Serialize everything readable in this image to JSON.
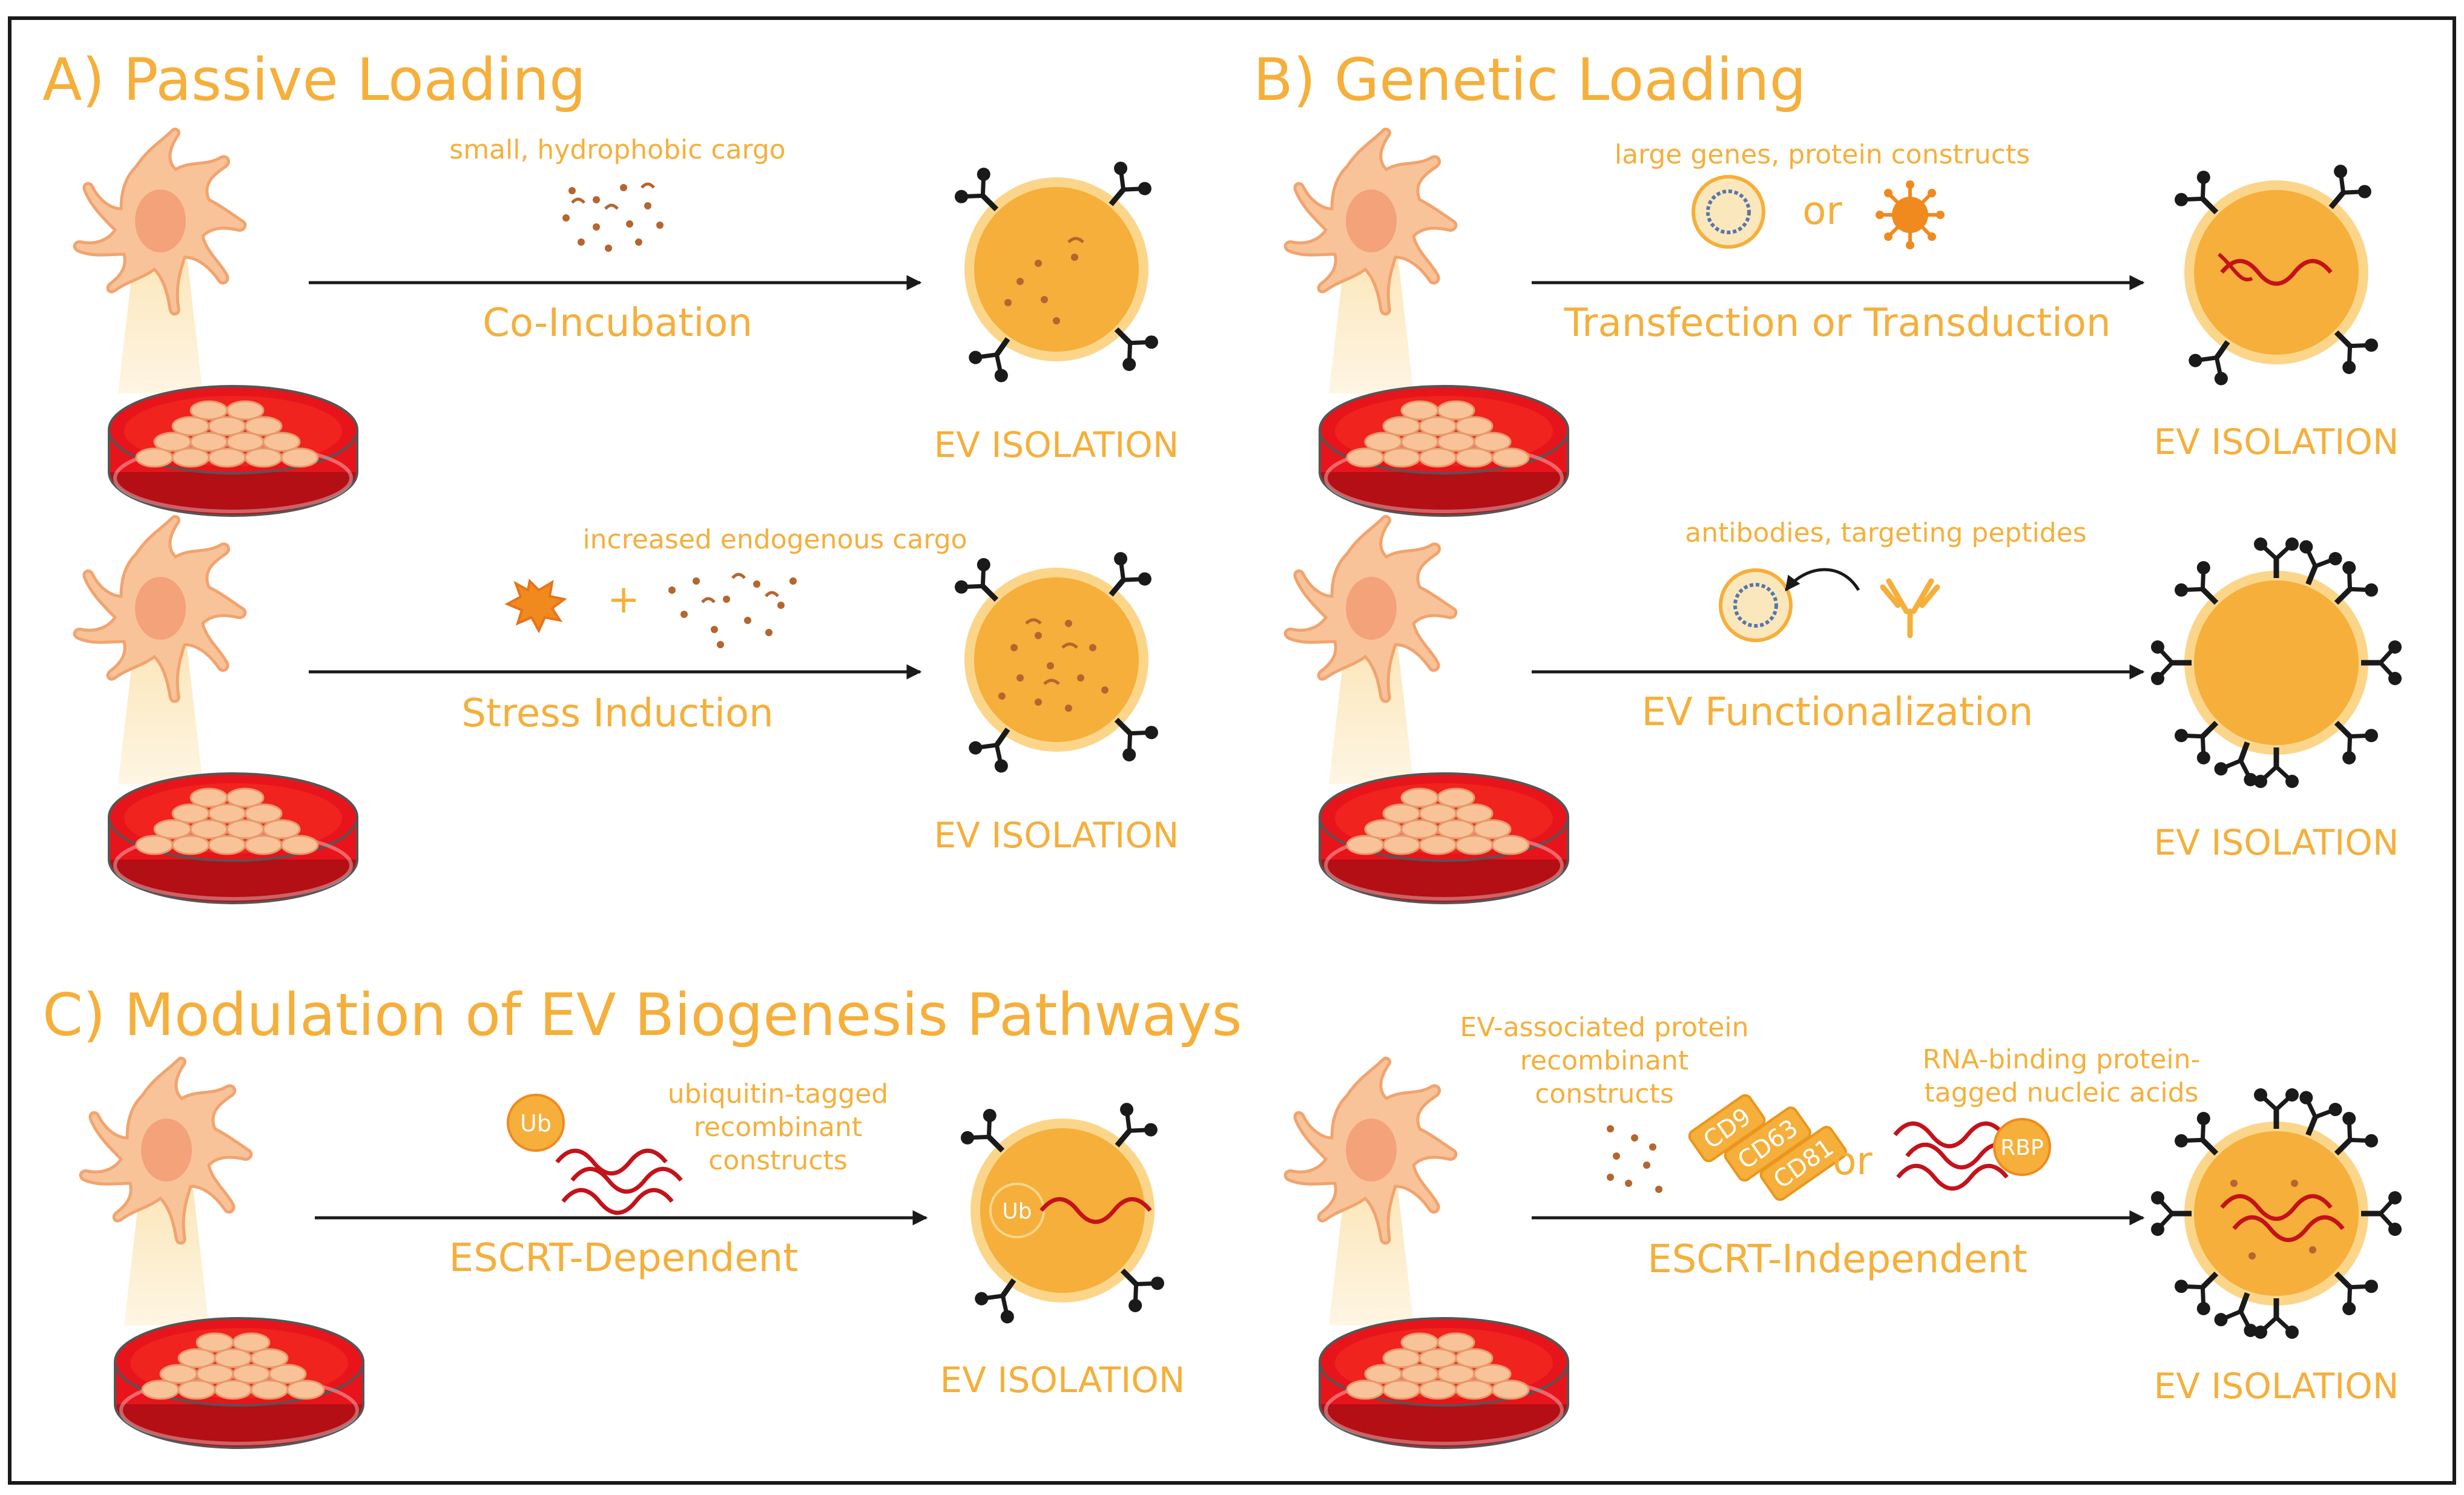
{
  "colors": {
    "text": "#F5AF3A",
    "vesicle": "#F5AF3A",
    "vesicle_rim": "#FBD68A",
    "dish_red": "#E8141B",
    "cell": "#F9C39A",
    "arrow": "#1a1a1a",
    "rna": "#C4121B",
    "border": "#1a1a1a"
  },
  "sections": {
    "a_title": "A) Passive Loading",
    "b_title": "B) Genetic Loading",
    "c_title": "C) Modulation of EV Biogenesis Pathways"
  },
  "panels": {
    "a1": {
      "cargo_label": "small, hydrophobic cargo",
      "method": "Co-Incubation",
      "result": "EV ISOLATION"
    },
    "a2": {
      "cargo_label": "increased endogenous cargo",
      "plus": "+",
      "method": "Stress Induction",
      "result": "EV ISOLATION"
    },
    "b1": {
      "cargo_label": "large genes, protein constructs",
      "or": "or",
      "method": "Transfection or Transduction",
      "result": "EV ISOLATION"
    },
    "b2": {
      "cargo_label": "antibodies, targeting peptides",
      "method": "EV Functionalization",
      "result": "EV ISOLATION"
    },
    "c1": {
      "cargo_line1": "ubiquitin-tagged",
      "cargo_line2": "recombinant",
      "cargo_line3": "constructs",
      "ub": "Ub",
      "method": "ESCRT-Dependent",
      "result": "EV ISOLATION"
    },
    "c2": {
      "left_line1": "EV-associated protein",
      "left_line2": "recombinant",
      "left_line3": "constructs",
      "right_line1": "RNA-binding protein-",
      "right_line2": "tagged nucleic acids",
      "or": "or",
      "cd9": "CD9",
      "cd63": "CD63",
      "cd81": "CD81",
      "rbp": "RBP",
      "method": "ESCRT-Independent",
      "result": "EV ISOLATION"
    }
  },
  "icons": [
    "dendritic-cell-icon",
    "petri-dish-icon",
    "extracellular-vesicle-icon",
    "plasmid-icon",
    "virus-icon",
    "antibody-icon",
    "stress-burst-icon",
    "rna-strand-icon"
  ]
}
